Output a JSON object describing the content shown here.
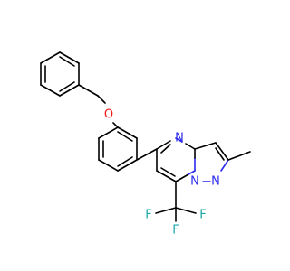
{
  "molecule": {
    "atoms": {
      "oxygen": "O",
      "nitrogen_ring_pyrimidine": "N",
      "nitrogen_bridge": "N",
      "nitrogen_pyrazole": "N",
      "fluorine_left": "F",
      "fluorine_right": "F",
      "fluorine_bottom": "F"
    },
    "colors": {
      "bond": "#000000",
      "nitrogen": "#2a2aee",
      "oxygen": "#ee1a1a",
      "fluorine": "#1aa7a7",
      "background": "#ffffff"
    }
  }
}
